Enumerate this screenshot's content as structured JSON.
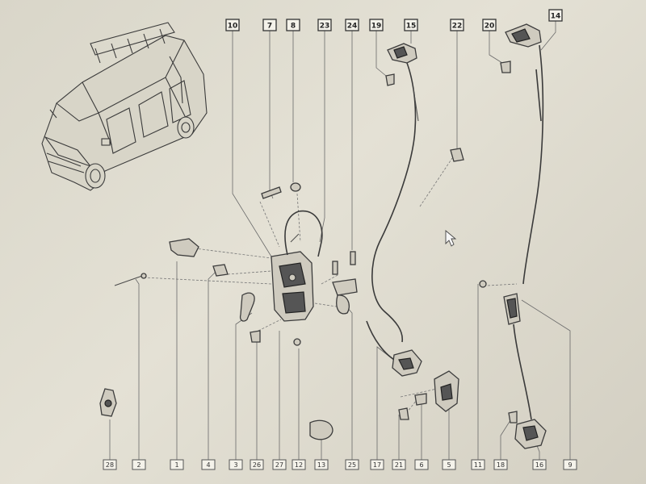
{
  "top_callouts": [
    "10",
    "7",
    "8",
    "23",
    "24",
    "19",
    "15",
    "22",
    "20",
    "14"
  ],
  "bottom_labels": [
    "28",
    "2",
    "1",
    "4",
    "3",
    "26",
    "27",
    "12",
    "13",
    "25",
    "17",
    "21",
    "6",
    "5",
    "11",
    "18",
    "16",
    "9"
  ]
}
